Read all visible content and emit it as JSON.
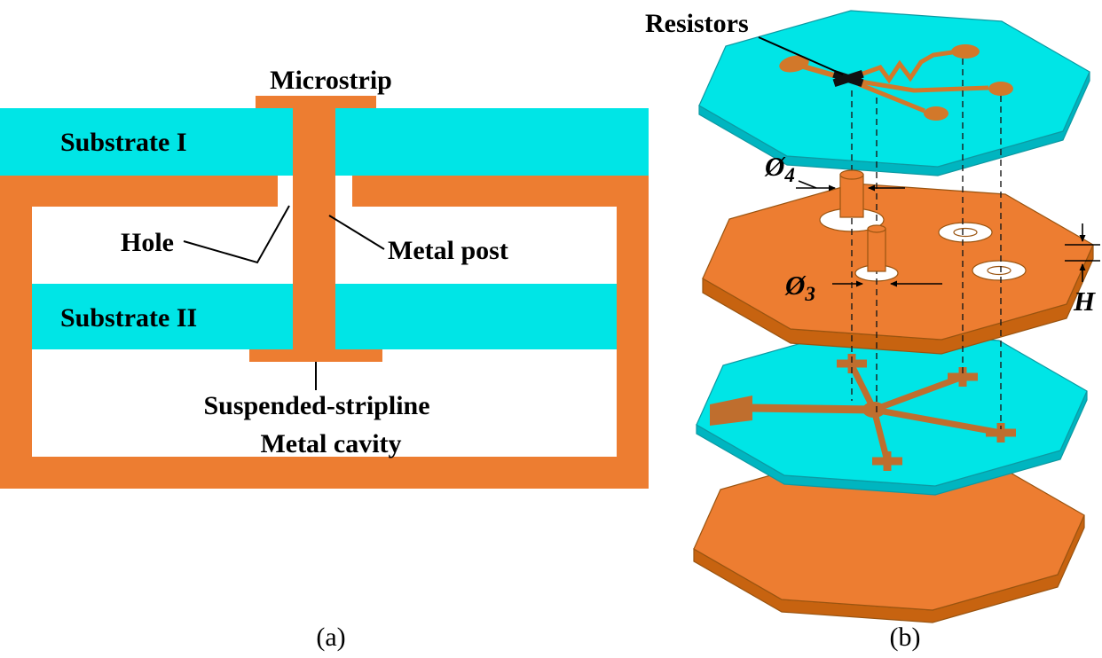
{
  "figure": {
    "panel_a": {
      "caption": "(a)",
      "labels": {
        "microstrip": "Microstrip",
        "substrate_i": "Substrate I",
        "hole": "Hole",
        "metal_post": "Metal post",
        "substrate_ii": "Substrate II",
        "suspended_stripline": "Suspended-stripline",
        "metal_cavity": "Metal cavity"
      }
    },
    "panel_b": {
      "caption": "(b)",
      "labels": {
        "resistors": "Resistors",
        "diameter4_symbol": "Ø",
        "diameter4_sub": "4",
        "diameter3_symbol": "Ø",
        "diameter3_sub": "3",
        "thickness": "H"
      }
    },
    "colors": {
      "copper_orange": "#ED7D31",
      "copper_orange_side": "#C76310",
      "copper_outline": "#9A5410",
      "substrate_cyan": "#00E5E6",
      "substrate_cyan_side": "#00B5C0",
      "trace_orange": "#D2782A",
      "pattern_brown": "#BF6E2E",
      "resistor_black": "#111111",
      "line_black": "#000000",
      "background_white": "#FFFFFF"
    }
  }
}
